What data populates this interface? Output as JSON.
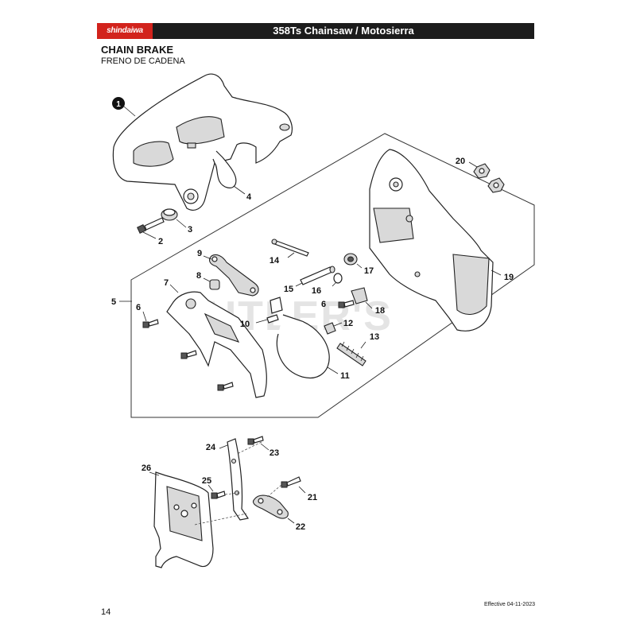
{
  "header": {
    "brand": "shindaiwa",
    "title": "358Ts Chainsaw / Motosierra",
    "brand_color": "#d2231c",
    "bar_color": "#1c1c1c"
  },
  "section": {
    "title": "CHAIN BRAKE",
    "subtitle": "FRENO DE CADENA"
  },
  "watermark": "CUTLER'S",
  "callouts": {
    "c1": "1",
    "c2": "2",
    "c3": "3",
    "c4": "4",
    "c5": "5",
    "c6a": "6",
    "c6b": "6",
    "c7": "7",
    "c8": "8",
    "c9": "9",
    "c10": "10",
    "c11": "11",
    "c12": "12",
    "c13": "13",
    "c14": "14",
    "c15": "15",
    "c16": "16",
    "c17": "17",
    "c18": "18",
    "c19": "19",
    "c20": "20",
    "c21": "21",
    "c22": "22",
    "c23": "23",
    "c24": "24",
    "c25": "25",
    "c26": "26"
  },
  "footer": {
    "page_number": "14",
    "effective": "Effective 04-11-2023"
  }
}
